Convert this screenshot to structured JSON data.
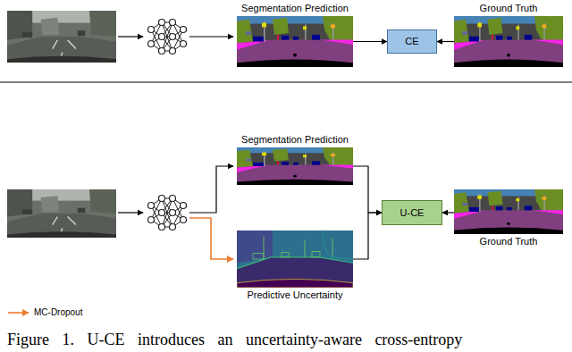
{
  "diagram": {
    "caption": "Figure 1. U-CE introduces an uncertainty-aware cross-entropy",
    "nodes": [
      {
        "text": [
          "Segmentation Prediction"
        ]
      },
      {
        "text": [
          "CE"
        ]
      },
      {
        "text": [
          "Ground Truth"
        ]
      },
      {
        "text": [
          "Segmentation Prediction"
        ]
      },
      {
        "text": [
          "U-CE"
        ]
      },
      {
        "text": [
          "Ground Truth"
        ]
      },
      {
        "text": [
          "Predictive Uncertainty"
        ]
      }
    ],
    "edges": [
      {
        "from": 0,
        "to": 1,
        "arrow": "to"
      },
      {
        "from": 2,
        "to": 1,
        "arrow": "to"
      },
      {
        "from": 3,
        "to": 4,
        "arrow": "to"
      },
      {
        "from": 6,
        "to": 4,
        "arrow": "to"
      },
      {
        "from": 5,
        "to": 4,
        "arrow": "to"
      }
    ],
    "legend": [
      {
        "text": "MC-Dropout"
      }
    ]
  }
}
